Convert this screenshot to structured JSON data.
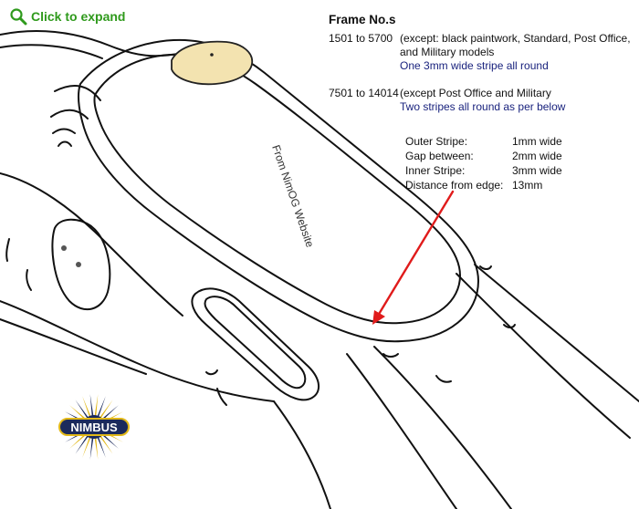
{
  "expand_link": {
    "label": "Click to expand",
    "icon": "magnifier-icon",
    "color": "#2f9a1c"
  },
  "notes": {
    "title": "Frame No.s",
    "range1": {
      "frames": "1501 to 5700",
      "line1": "(except: black paintwork, Standard, Post Office,",
      "line2": "and Military models",
      "highlight": "One 3mm wide stripe all round"
    },
    "range2": {
      "frames": "7501 to 14014",
      "line1": "(except Post Office and Military",
      "highlight": "Two stripes all round as per below"
    },
    "specs": [
      {
        "label": "Outer Stripe:",
        "value": "1mm wide"
      },
      {
        "label": "Gap between:",
        "value": "2mm wide"
      },
      {
        "label": "Inner Stripe:",
        "value": "3mm wide"
      },
      {
        "label": "Distance from edge:",
        "value": "13mm"
      }
    ],
    "highlight_color": "#1a237e"
  },
  "watermark": "From NimOG Website",
  "logo": {
    "text": "NIMBUS",
    "colors": {
      "navy": "#1b2a5c",
      "gold": "#e2b818"
    }
  },
  "arrow_color": "#e01b1b"
}
